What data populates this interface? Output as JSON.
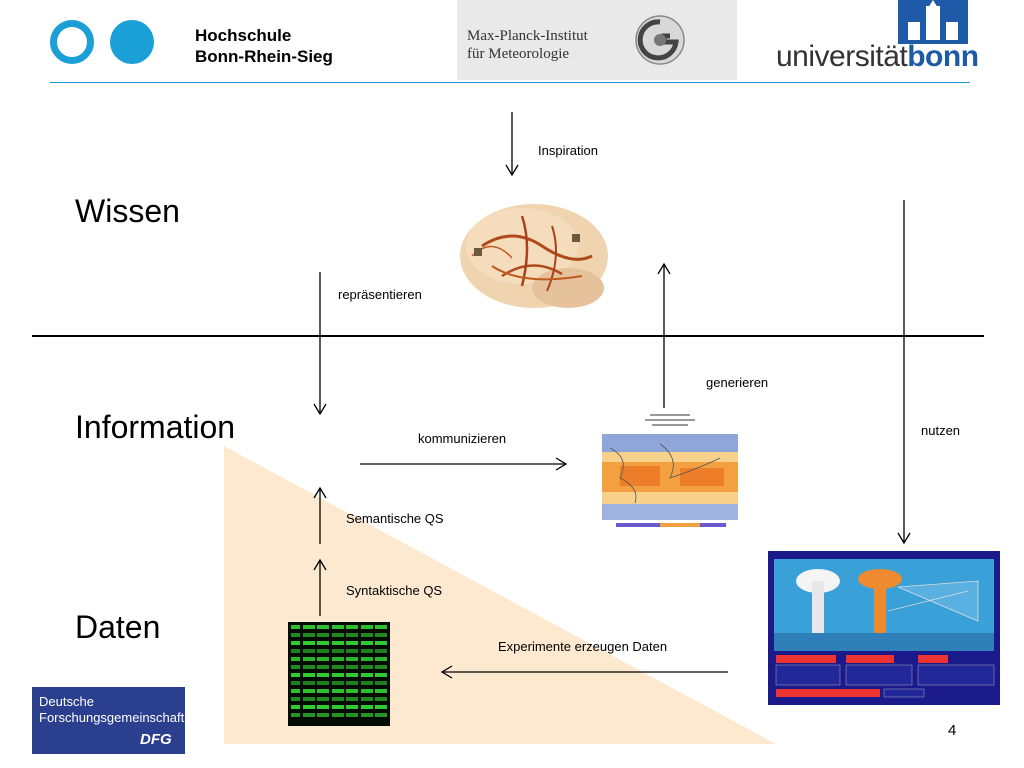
{
  "header": {
    "hbrs_line1": "Hochschule",
    "hbrs_line2": "Bonn-Rhein-Sieg",
    "mpi_line1": "Max-Planck-Institut",
    "mpi_line2": "für Meteorologie",
    "bonn_part1": "universität",
    "bonn_part2": "bonn"
  },
  "levels": {
    "wissen": "Wissen",
    "information": "Information",
    "daten": "Daten"
  },
  "arrows": {
    "inspiration": "Inspiration",
    "repraesentieren": "repräsentieren",
    "generieren": "generieren",
    "nutzen": "nutzen",
    "kommunizieren": "kommunizieren",
    "semantische_qs": "Semantische QS",
    "syntaktische_qs": "Syntaktische QS",
    "experimente": "Experimente erzeugen  Daten"
  },
  "footer": {
    "dfg_line1": "Deutsche",
    "dfg_line2": "Forschungsgemeinschaft",
    "dfg_abbr": "DFG",
    "page_number": "4"
  },
  "colors": {
    "accent_blue": "#1a9fd6",
    "triangle_fill": "#fde9cf",
    "bonn_blue": "#1e5aa8",
    "dfg_blue": "#2b3f8f"
  }
}
